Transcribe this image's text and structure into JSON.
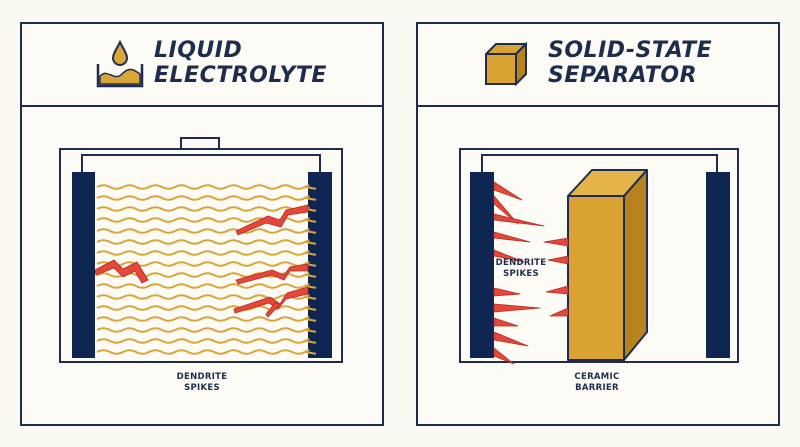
{
  "panels": {
    "liquid": {
      "title_line1": "LIQUID",
      "title_line2": "ELECTROLYTE",
      "caption_line1": "DENDRITE",
      "caption_line2": "SPIKES",
      "icon": "liquid-drop-beaker-icon"
    },
    "solid": {
      "title_line1": "SOLID-STATE",
      "title_line2": "SEPARATOR",
      "inner_label_line1": "DENDRITE",
      "inner_label_line2": "SPIKES",
      "caption_line1": "CERAMIC",
      "caption_line2": "BARRIER",
      "icon": "ceramic-block-icon"
    }
  },
  "colors": {
    "navy": "#1e2d4d",
    "electrolyte": "#d9a63a",
    "ceramic": "#d9a232",
    "dendrite": "#e5473a",
    "background": "#fbf8f1"
  }
}
